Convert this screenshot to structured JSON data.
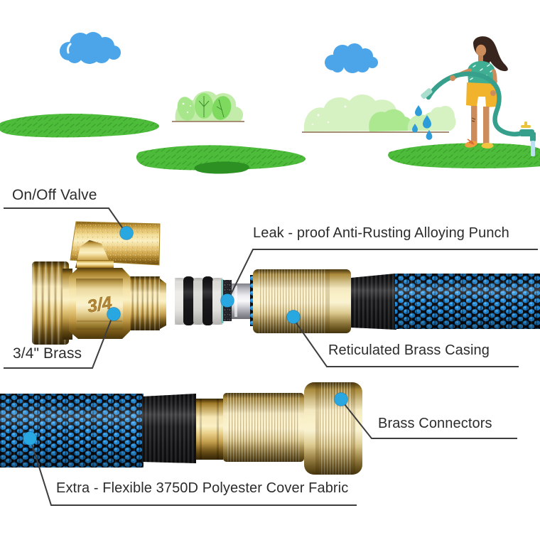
{
  "page": {
    "background": "#ffffff"
  },
  "colors": {
    "marker_dot": "#29a7e0",
    "brass": "#d9b45a",
    "hose_blue": "#1b84d6",
    "grip_black": "#1a1b1e",
    "label_text": "#2c2c2c",
    "leader_line": "#3d3d3d",
    "illustration_green": "#4ebc3b",
    "illustration_cloud_blue": "#4ba5e8"
  },
  "stamp": "3/4",
  "annotations": [
    {
      "id": "on-off-valve",
      "label": "On/Off Valve",
      "target": "valve-handle"
    },
    {
      "id": "three-quarter-brass",
      "label": "3/4\" Brass",
      "target": "valve-body"
    },
    {
      "id": "leak-proof-punch",
      "label": "Leak - proof Anti-Rusting Alloying Punch",
      "target": "quick-connect-shaft"
    },
    {
      "id": "reticulated-brass-casing",
      "label": "Reticulated Brass Casing",
      "target": "brass-casing"
    },
    {
      "id": "brass-connectors",
      "label": "Brass Connectors",
      "target": "connector-nut"
    },
    {
      "id": "cover-fabric",
      "label": "Extra - Flexible 3750D Polyester Cover Fabric",
      "target": "hose-fabric"
    }
  ]
}
